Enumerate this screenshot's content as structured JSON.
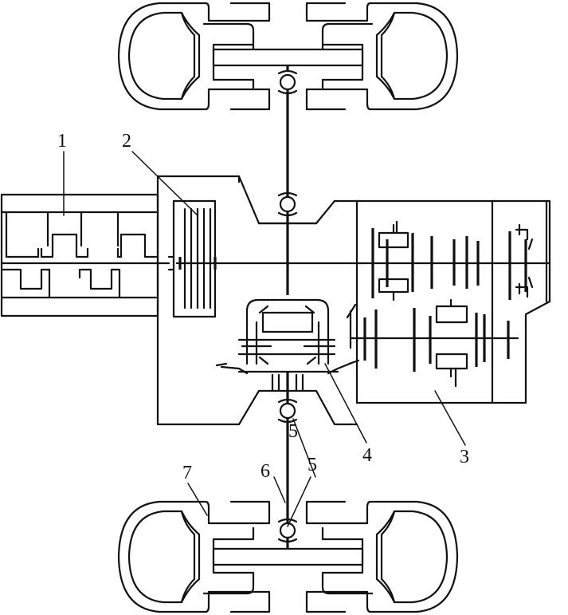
{
  "labels": {
    "l1": "1",
    "l2": "2",
    "l3": "3",
    "l4": "4",
    "l5a": "5",
    "l5b": "5",
    "l6": "6",
    "l7": "7"
  }
}
